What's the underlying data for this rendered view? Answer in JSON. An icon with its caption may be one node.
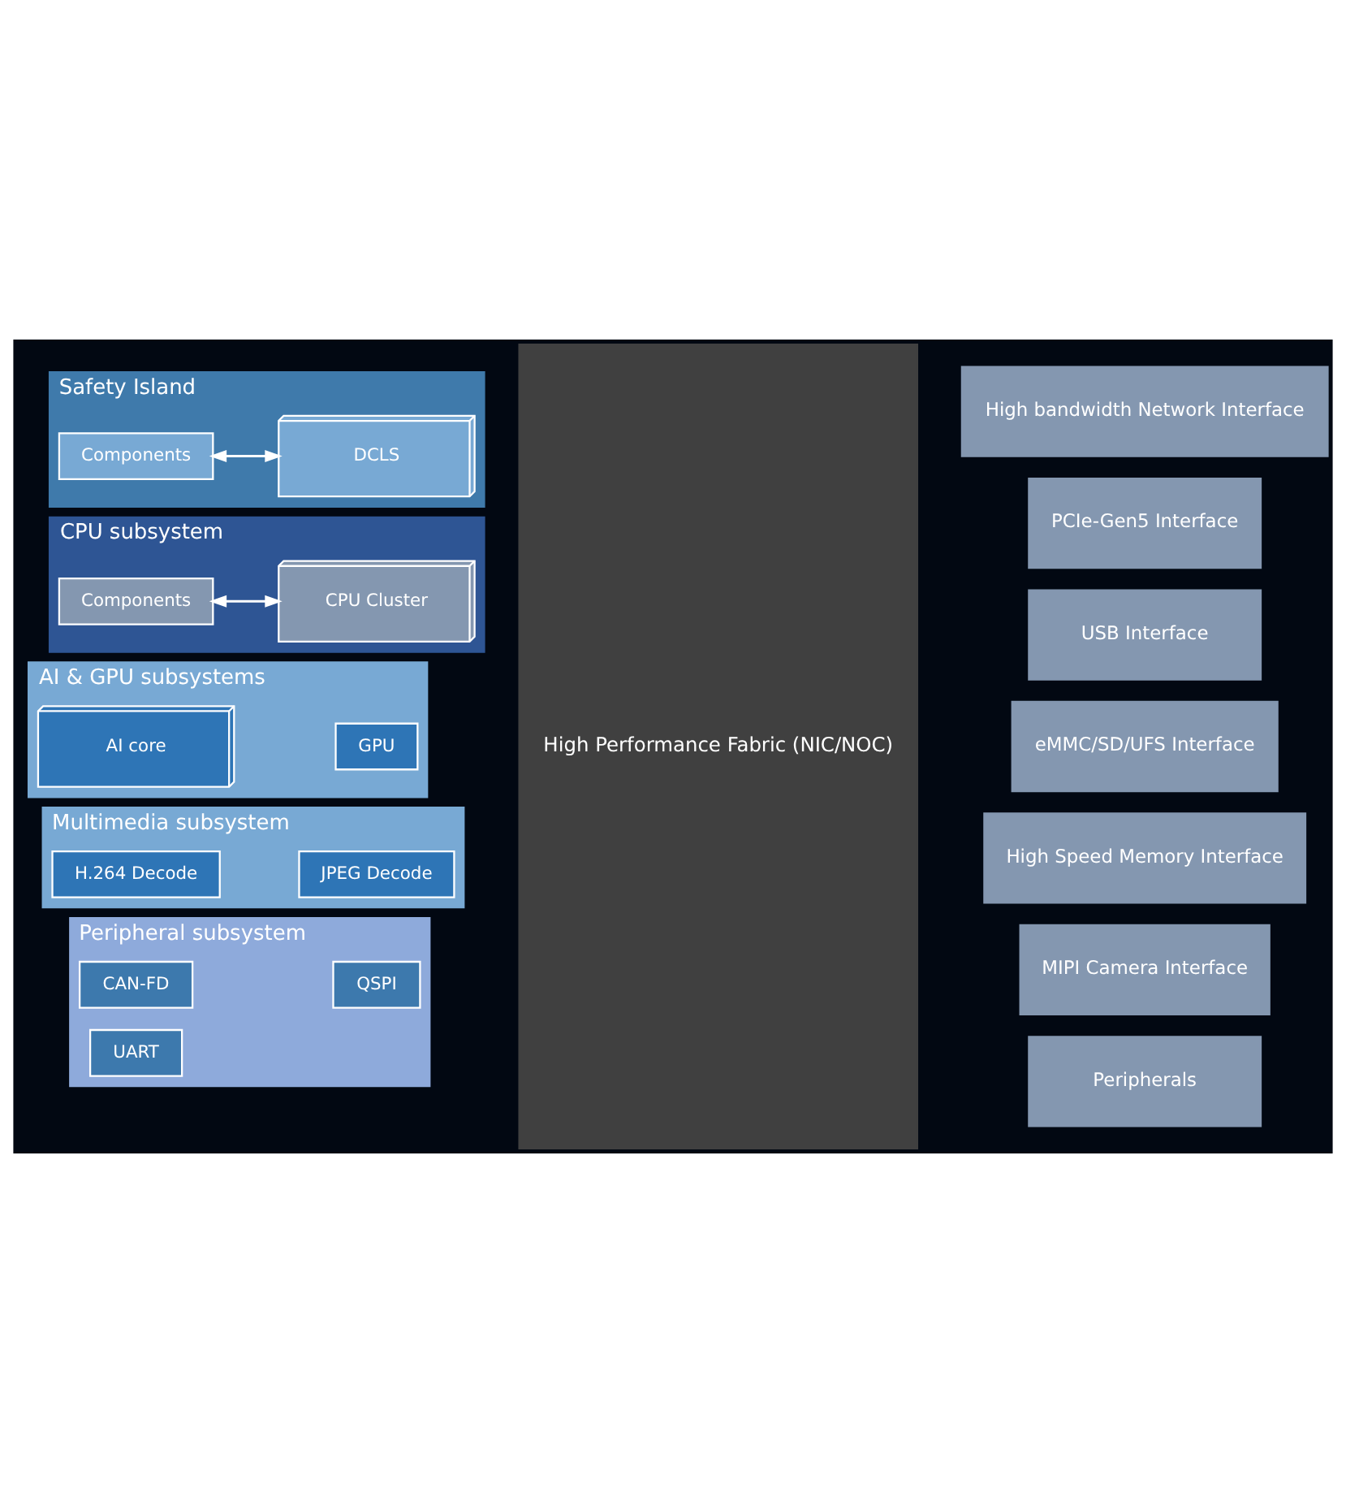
{
  "diagram": {
    "nodes": [
      {
        "text": [
          "Safety Island"
        ]
      },
      {
        "text": [
          "Components"
        ],
        "in": 0
      },
      {
        "text": [
          "DCLS"
        ],
        "in": 0
      },
      {
        "text": [
          "CPU subsystem"
        ]
      },
      {
        "text": [
          "Components"
        ],
        "in": 3
      },
      {
        "text": [
          "CPU Cluster"
        ],
        "in": 3
      },
      {
        "text": [
          "AI & GPU subsystems"
        ]
      },
      {
        "text": [
          "AI core"
        ],
        "in": 6
      },
      {
        "text": [
          "GPU"
        ],
        "in": 6
      },
      {
        "text": [
          "Multimedia subsystem"
        ]
      },
      {
        "text": [
          "H.264 Decode"
        ],
        "in": 9
      },
      {
        "text": [
          "JPEG Decode"
        ],
        "in": 9
      },
      {
        "text": [
          "Peripheral subsystem"
        ]
      },
      {
        "text": [
          "CAN-FD"
        ],
        "in": 12
      },
      {
        "text": [
          "UART"
        ],
        "in": 12
      },
      {
        "text": [
          "QSPI"
        ],
        "in": 12
      },
      {
        "text": [
          "High Performance Fabric (NIC/NOC)"
        ]
      },
      {
        "text": [
          "High bandwidth Network Interface"
        ]
      },
      {
        "text": [
          "PCIe-Gen5 Interface"
        ]
      },
      {
        "text": [
          "USB Interface"
        ]
      },
      {
        "text": [
          "eMMC/SD/UFS Interface"
        ]
      },
      {
        "text": [
          "High Speed Memory Interface"
        ]
      },
      {
        "text": [
          "MIPI Camera Interface"
        ]
      },
      {
        "text": [
          "Peripherals"
        ]
      }
    ],
    "edges": [
      {
        "from": 1,
        "to": 2,
        "arrow": "both"
      },
      {
        "from": 4,
        "to": 5,
        "arrow": "both"
      }
    ]
  }
}
